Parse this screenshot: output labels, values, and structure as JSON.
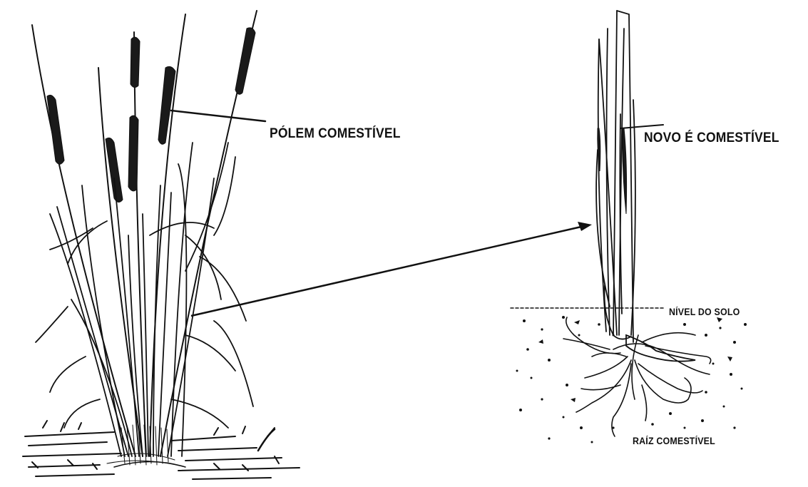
{
  "labels": {
    "pollen": "PÓLEM COMESTÍVEL",
    "young_shoot": "NOVO É COMESTÍVEL",
    "ground_level": "NÍVEL DO SOLO",
    "root": "RAÍZ COMESTÍVEL"
  },
  "colors": {
    "ink": "#111111",
    "background": "#ffffff"
  }
}
